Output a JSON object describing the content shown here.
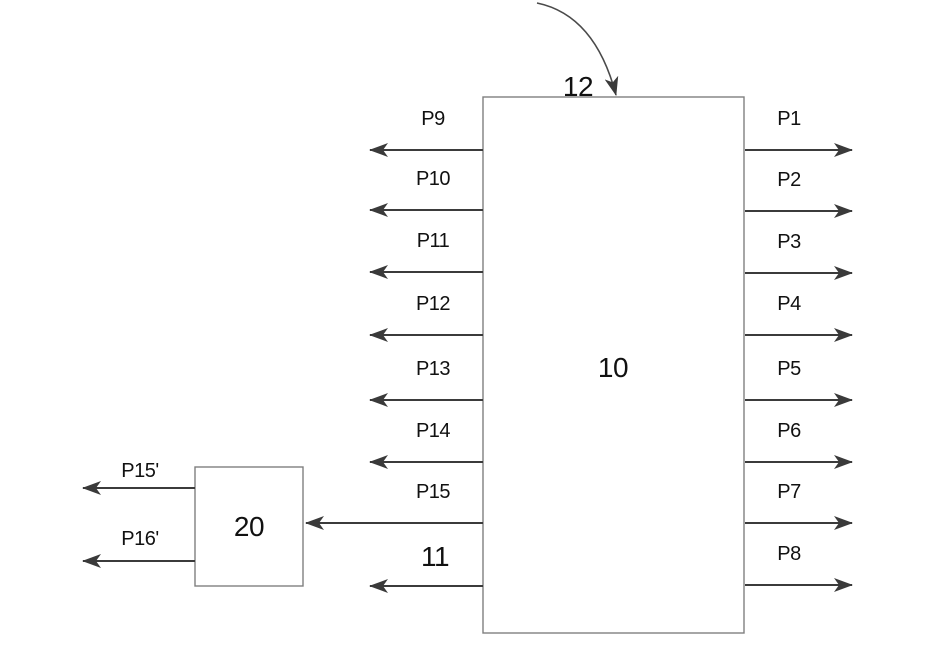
{
  "figure": {
    "background_color": "#ffffff",
    "line_color": "#3b3b3b",
    "arrowhead_color": "#3a3a3a",
    "block_border_color": "#7f7f7f",
    "text_color": "#111111",
    "arrow_style": "stealth-triangle",
    "blocks": {
      "main": {
        "ref": "10"
      },
      "secondary": {
        "ref": "20"
      }
    },
    "refs": {
      "top_pointer": "12",
      "left_bus": "11"
    },
    "right_ports": [
      "P1",
      "P2",
      "P3",
      "P4",
      "P5",
      "P6",
      "P7",
      "P8"
    ],
    "left_ports": [
      "P9",
      "P10",
      "P11",
      "P12",
      "P13",
      "P14",
      "P15"
    ],
    "secondary_outputs": [
      "P15'",
      "P16'"
    ]
  }
}
